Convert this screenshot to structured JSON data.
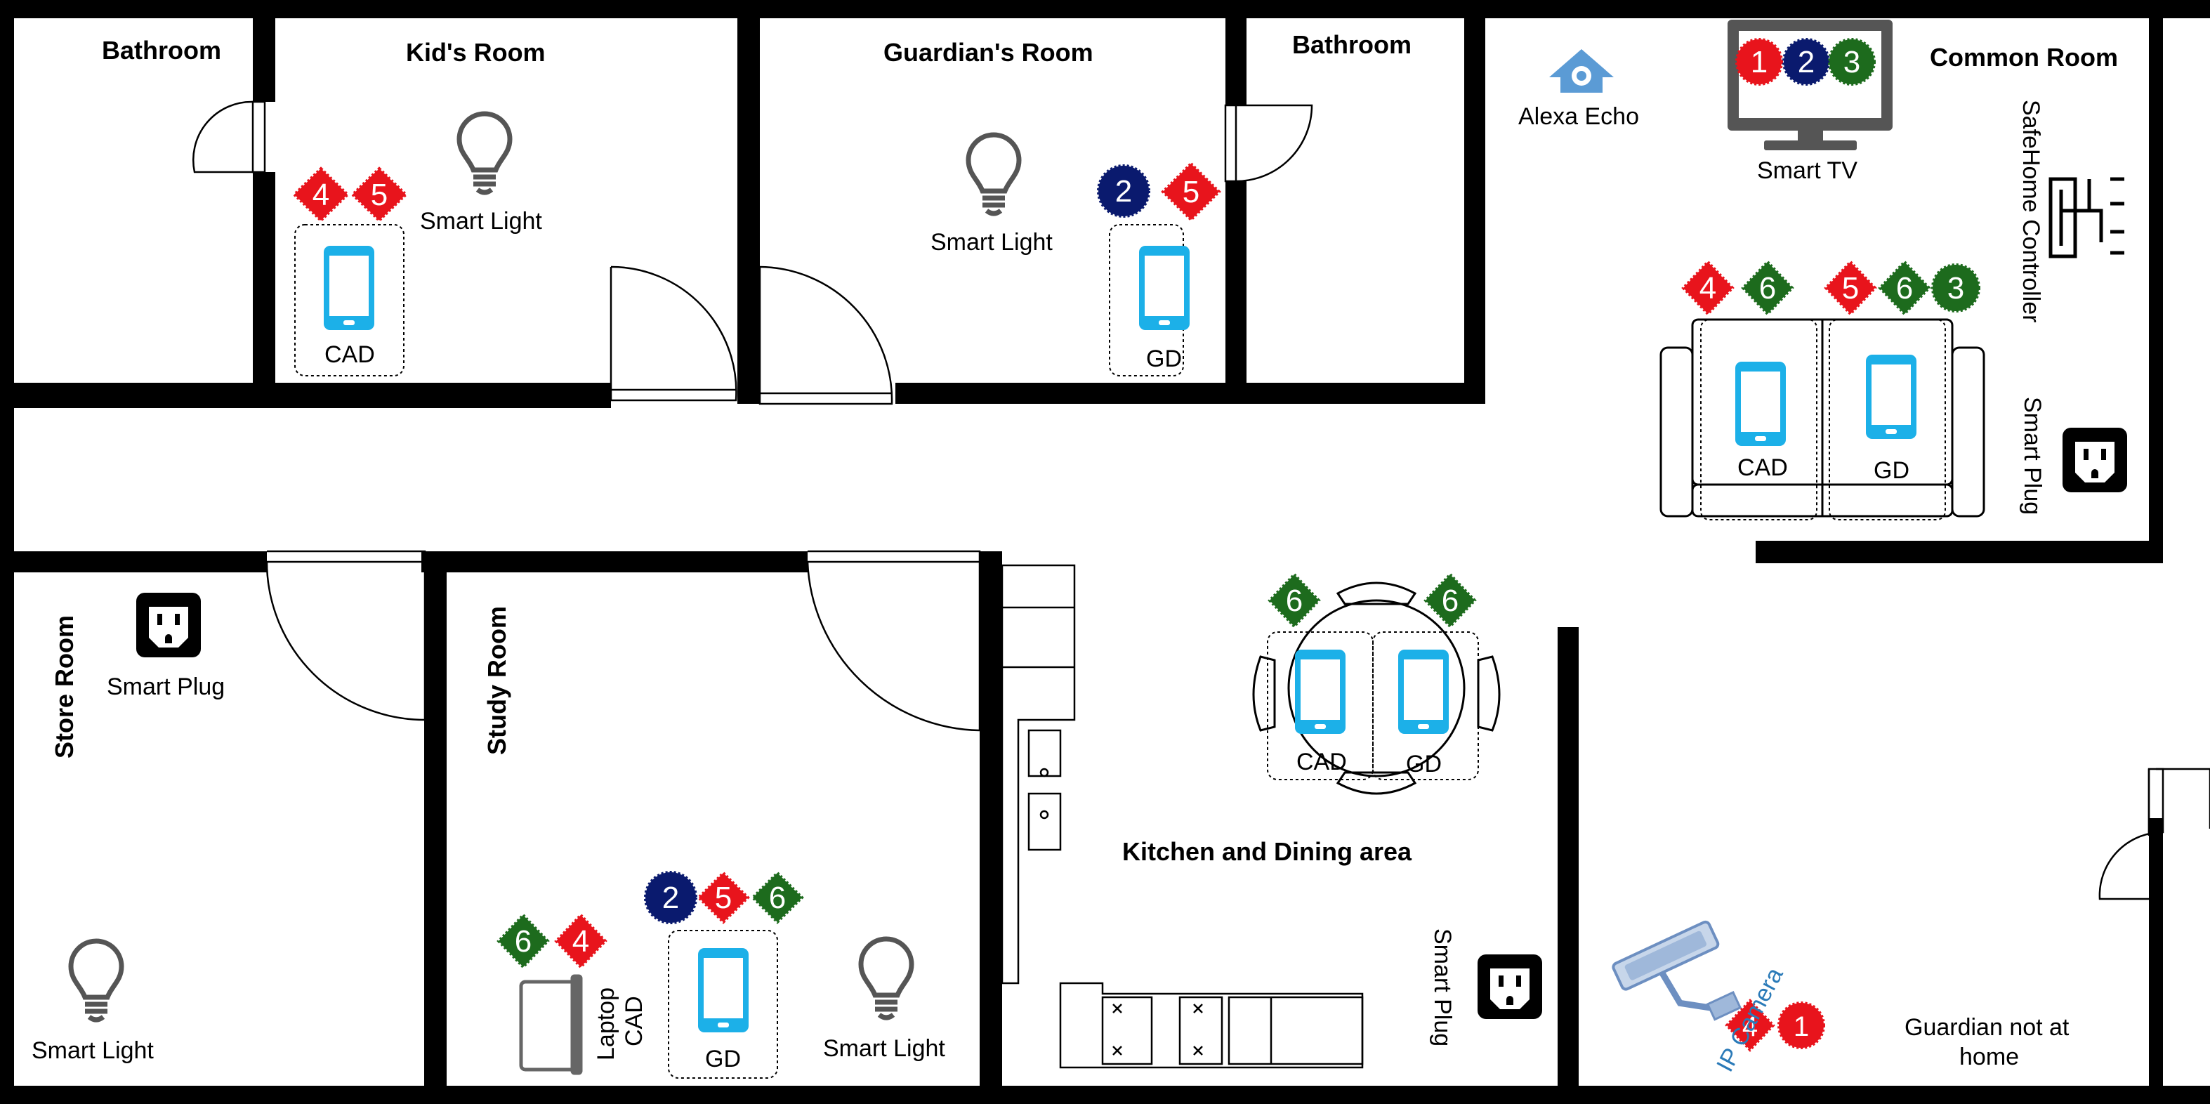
{
  "rooms": {
    "bathroom_1": "Bathroom",
    "kids_room": "Kid's Room",
    "guardians_room": "Guardian's Room",
    "bathroom_2": "Bathroom",
    "common_room": "Common Room",
    "store_room": "Store Room",
    "study_room": "Study Room",
    "kitchen": "Kitchen and Dining area"
  },
  "devices": {
    "smart_light": "Smart Light",
    "smart_plug": "Smart Plug",
    "alexa": "Alexa Echo",
    "smart_tv": "Smart TV",
    "safehome": "SafeHome Controller",
    "ip_camera": "IP Camera",
    "laptop": "Laptop",
    "cad": "CAD",
    "gd": "GD"
  },
  "note": {
    "guardian_not_home_line1": "Guardian not at",
    "guardian_not_home_line2": "home"
  },
  "badge_numbers": {
    "one": "1",
    "two": "2",
    "three": "3",
    "four": "4",
    "five": "5",
    "six": "6"
  },
  "colors": {
    "red": "#e8141c",
    "navy": "#0a1a6e",
    "green": "#1d6b1d",
    "phone": "#1cb0e8",
    "alexa": "#5b9bd5",
    "camera": "#8aa8cf",
    "wall": "#000000"
  }
}
